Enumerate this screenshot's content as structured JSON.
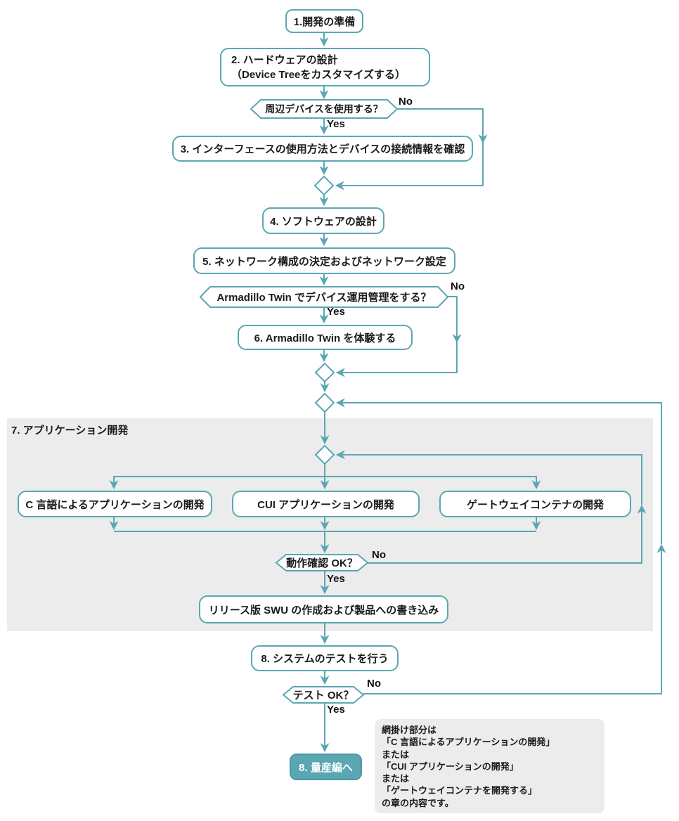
{
  "diagram": {
    "nodes": {
      "step1": "1.開発の準備",
      "step2_line1": "2. ハードウェアの設計",
      "step2_line2": "（Device Treeをカスタマイズする）",
      "step3": "3. インターフェースの使用方法とデバイスの接続情報を確認",
      "step4": "4. ソフトウェアの設計",
      "step5": "5. ネットワーク構成の決定およびネットワーク設定",
      "step6": "6. Armadillo Twin を体験する",
      "dev_c": "C 言語によるアプリケーションの開発",
      "dev_cui": "CUI アプリケーションの開発",
      "dev_gateway": "ゲートウェイコンテナの開発",
      "swu": "リリース版 SWU の作成および製品への書き込み",
      "step8_test": "8. システムのテストを行う",
      "final": "8. 量産編へ"
    },
    "decisions": {
      "peripheral": "周辺デバイスを使用する？",
      "twin": "Armadillo Twin でデバイス運用管理をする？",
      "check": "動作確認 OK？",
      "test": "テスト OK？"
    },
    "section7": {
      "label": "7. アプリケーション開発"
    },
    "labels": {
      "no": "No",
      "yes": "Yes"
    },
    "note": {
      "lines": [
        "網掛け部分は",
        "「C 言語によるアプリケーションの開発」",
        "または",
        "「CUI アプリケーションの開発」",
        "または",
        "「ゲートウェイコンテナを開発する」",
        "の章の内容です。"
      ]
    },
    "colors": {
      "line": "#5aa7b3",
      "node_fill": "#ffffff",
      "node_border": "#5aa7b3",
      "section_fill": "#ececec",
      "final_fill": "#5aa7b3",
      "final_text": "#ffffff",
      "text": "#1a1a1a"
    }
  }
}
